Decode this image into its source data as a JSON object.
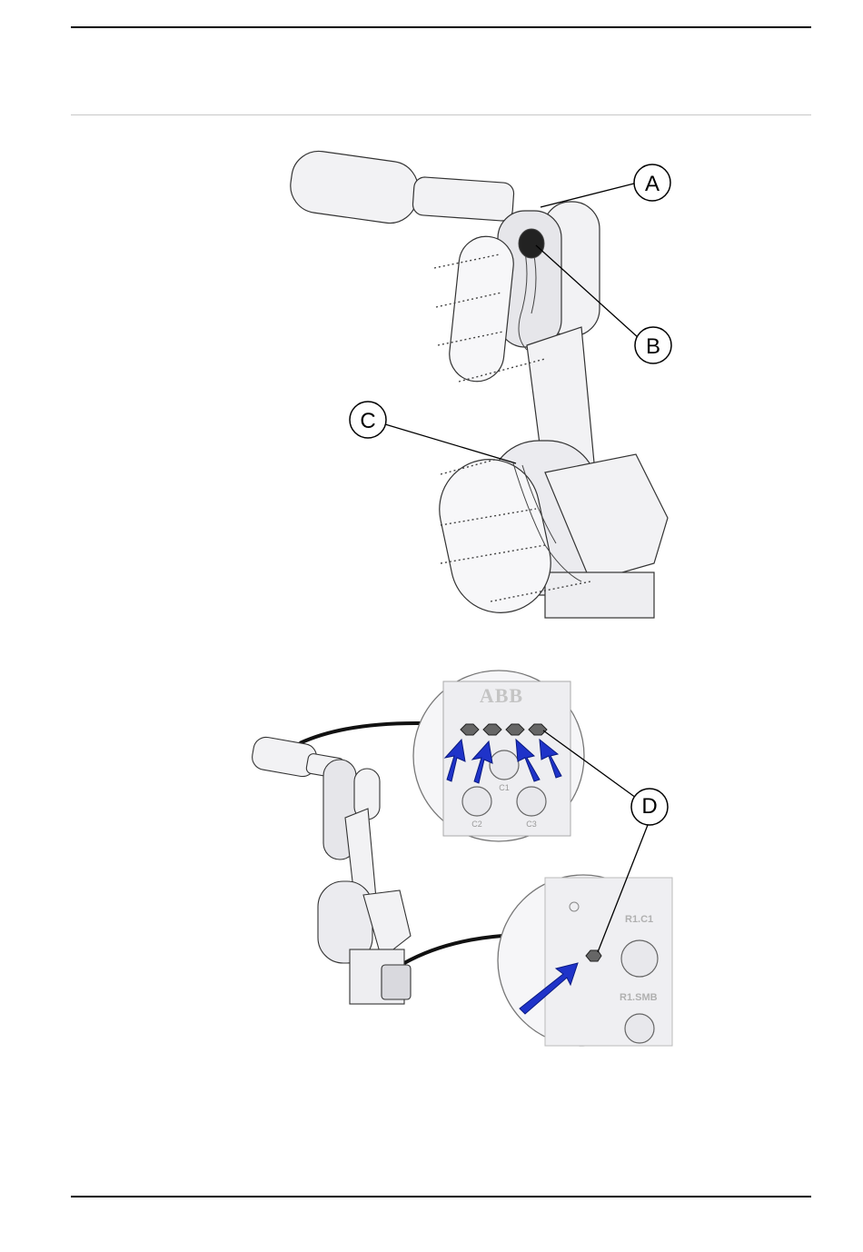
{
  "callouts": {
    "a": "A",
    "b": "B",
    "c": "C",
    "d": "D"
  },
  "detail_top": {
    "logo": "ABB",
    "ports": [
      "C1",
      "C2",
      "C3"
    ]
  },
  "detail_bottom": {
    "label_1": "R1.C1",
    "label_2": "R1.SMB"
  },
  "colors": {
    "arrow": "#1f33c9",
    "rule": "#000000"
  }
}
